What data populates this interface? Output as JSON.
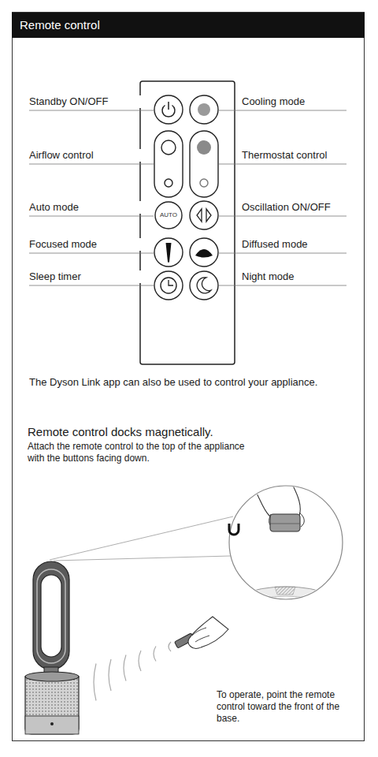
{
  "diagram": {
    "title": "Remote control",
    "nodes": [
      {
        "text": [
          "AUTO"
        ]
      }
    ],
    "labels": [
      "Standby ON/OFF",
      "Cooling mode",
      "Airflow control",
      "Thermostat control",
      "Auto mode",
      "Oscillation ON/OFF",
      "Focused mode",
      "Diffused mode",
      "Sleep timer",
      "Night mode",
      "The Dyson Link app can also be used to control your appliance.",
      "Remote control docks magnetically.",
      "Attach the remote control to the top of the appliance with the buttons facing down.",
      "To operate, point the remote control toward the front of the base."
    ]
  }
}
